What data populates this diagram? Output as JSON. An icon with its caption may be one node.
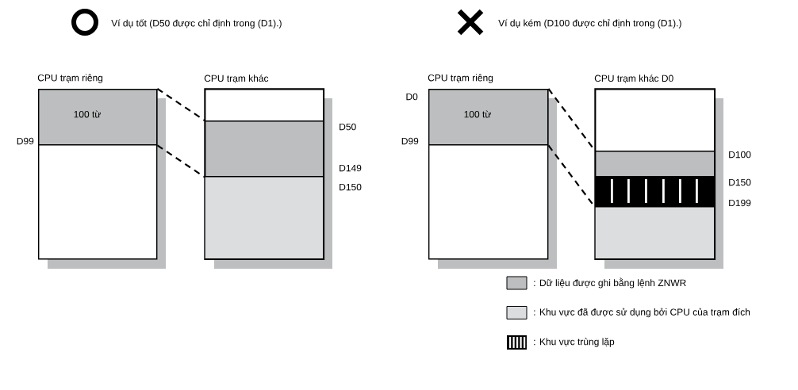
{
  "diagram": {
    "nodes": [
      {
        "text": [
          "CPU trạm riêng"
        ]
      },
      {
        "text": [
          "100 từ"
        ],
        "in": 0
      },
      {
        "text": [
          "CPU trạm khác"
        ]
      },
      {
        "text": [],
        "shape": "box",
        "in": 2
      },
      {
        "text": [
          "CPU trạm riêng"
        ]
      },
      {
        "text": [
          "100 từ"
        ],
        "in": 4
      },
      {
        "text": [
          "CPU trạm khác D0"
        ]
      },
      {
        "text": [],
        "shape": "box",
        "in": 6
      },
      {
        "text": [],
        "shape": "box",
        "in": 6
      }
    ],
    "edges": [
      {
        "from": 1,
        "to": 3,
        "arrow": "none",
        "style": "dashed"
      },
      {
        "from": 1,
        "to": 3,
        "arrow": "none",
        "style": "dashed"
      },
      {
        "from": 5,
        "to": 7,
        "arrow": "none",
        "style": "dashed"
      },
      {
        "from": 5,
        "to": 8,
        "arrow": "none",
        "style": "dashed"
      }
    ],
    "labels": [
      "Ví dụ tốt (D50 được chỉ định trong (D1).)",
      "Ví dụ kém (D100 được chỉ định trong (D1).)",
      "D99",
      "D50",
      "D149",
      "D150",
      "D0",
      "D99",
      "D100",
      "D150",
      "D199"
    ],
    "legend": [
      {
        "text": ":  Dữ liệu được ghi bằng lệnh ZNWR",
        "color": "#bdbebf"
      },
      {
        "text": ": Khu vực đã được sử dụng bởi CPU của trạm đích",
        "color": "#dcdddf"
      },
      {
        "text": ":  Khu vực trùng lặp"
      }
    ]
  }
}
